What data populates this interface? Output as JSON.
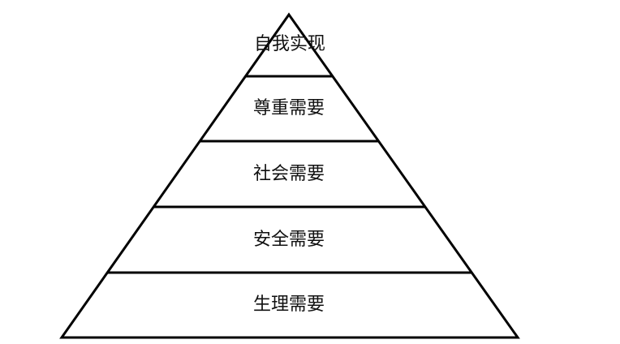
{
  "diagram": {
    "type": "pyramid",
    "levels": [
      {
        "label": "自我实现"
      },
      {
        "label": "尊重需要"
      },
      {
        "label": "社会需要"
      },
      {
        "label": "安全需要"
      },
      {
        "label": "生理需要"
      }
    ],
    "colors": {
      "stroke": "#000000",
      "fill": "#ffffff",
      "text": "#111111"
    }
  }
}
